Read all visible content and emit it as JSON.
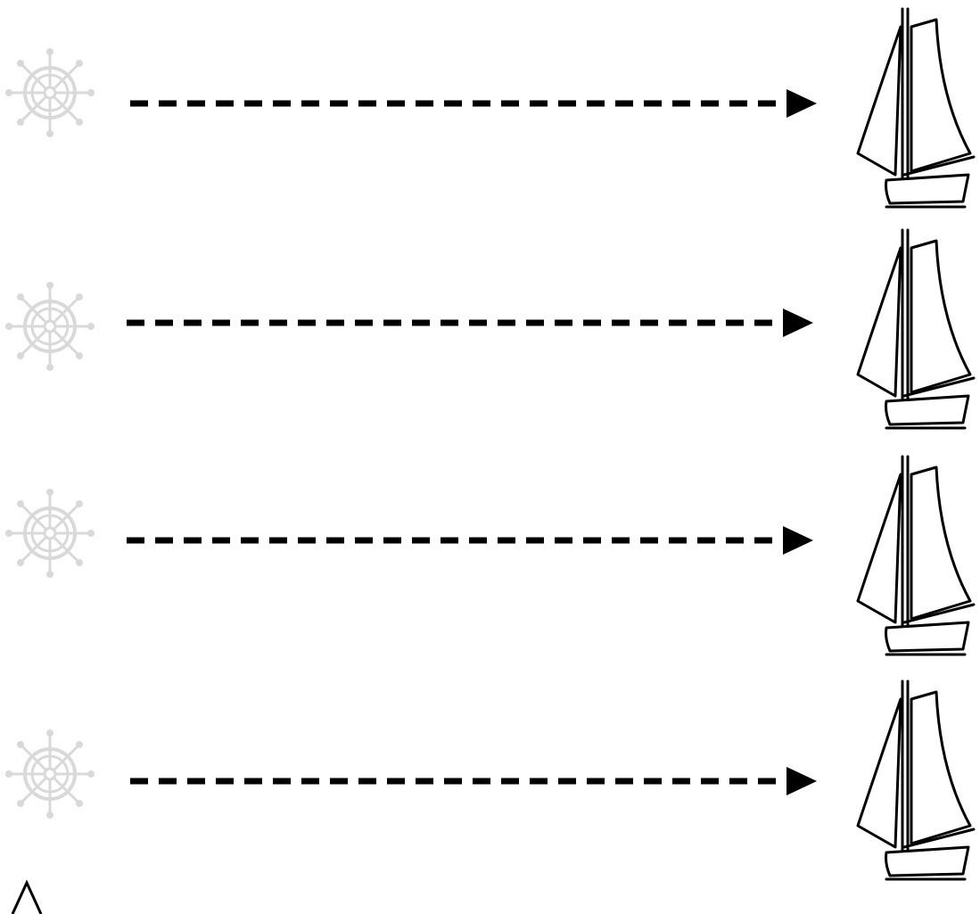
{
  "colors": {
    "background": "#ffffff",
    "ink": "#000000",
    "wheel_faded": "#d9d9d9"
  },
  "rows": [
    {
      "start": "ship-wheel-icon",
      "path": "dashed-arrow",
      "end": "sailboat-icon"
    },
    {
      "start": "ship-wheel-icon",
      "path": "dashed-arrow",
      "end": "sailboat-icon"
    },
    {
      "start": "ship-wheel-icon",
      "path": "dashed-arrow",
      "end": "sailboat-icon"
    },
    {
      "start": "ship-wheel-icon",
      "path": "dashed-arrow",
      "end": "sailboat-icon"
    }
  ],
  "corner_glyph": "partial-triangle-icon"
}
